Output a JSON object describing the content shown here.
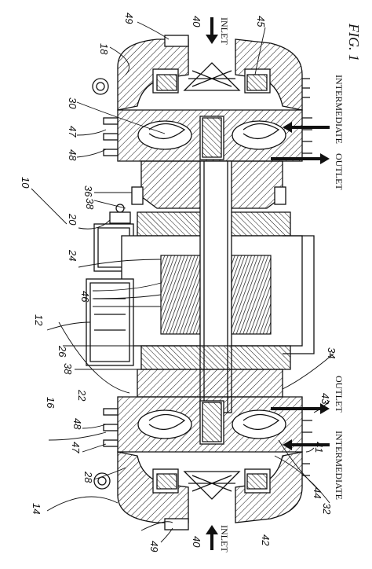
{
  "figure": {
    "fig_label": "FIG. 1",
    "reference_numerals": [
      "10",
      "12",
      "14",
      "16",
      "18",
      "20",
      "22",
      "24",
      "26",
      "28",
      "30",
      "32",
      "34",
      "36",
      "38",
      "38",
      "40",
      "40",
      "41",
      "42",
      "43",
      "44",
      "45",
      "46",
      "47",
      "47",
      "48",
      "48",
      "49",
      "49"
    ],
    "flow_labels": {
      "inlet_top": "INLET",
      "inlet_bottom": "INLET",
      "intermediate_top": "INTERMEDIATE",
      "intermediate_bottom": "INTERMEDIATE",
      "outlet_top": "OUTLET",
      "outlet_bottom": "OUTLET"
    }
  },
  "labels": {
    "n10": "10",
    "n12": "12",
    "n14": "14",
    "n16": "16",
    "n18": "18",
    "n20": "20",
    "n22": "22",
    "n24": "24",
    "n26": "26",
    "n28": "28",
    "n30": "30",
    "n32": "32",
    "n34": "34",
    "n36": "36",
    "n38a": "38",
    "n38b": "38",
    "n40a": "40",
    "n40b": "40",
    "n41": "41",
    "n42": "42",
    "n43": "43",
    "n44": "44",
    "n45": "45",
    "n46": "46",
    "n47a": "47",
    "n47b": "47",
    "n48a": "48",
    "n48b": "48",
    "n49a": "49",
    "n49b": "49"
  },
  "colors": {
    "ink": "#111111",
    "paper": "#ffffff"
  }
}
